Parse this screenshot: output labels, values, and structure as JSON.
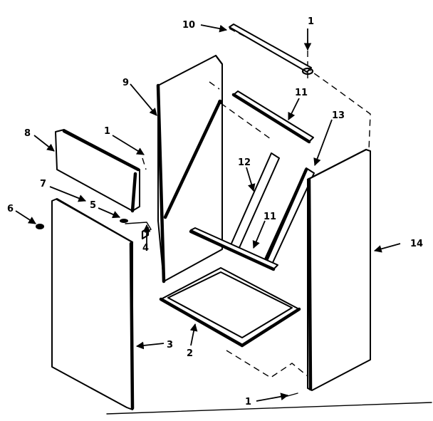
{
  "callouts": {
    "c1_top": "1",
    "c1_filter": "1",
    "c1_bottom": "1",
    "c2": "2",
    "c3": "3",
    "c4": "4",
    "c5": "5",
    "c6": "6",
    "c7": "7",
    "c8": "8",
    "c9": "9",
    "c10": "10",
    "c11_top": "11",
    "c11_mid": "11",
    "c12": "12",
    "c13": "13",
    "c14": "14"
  }
}
